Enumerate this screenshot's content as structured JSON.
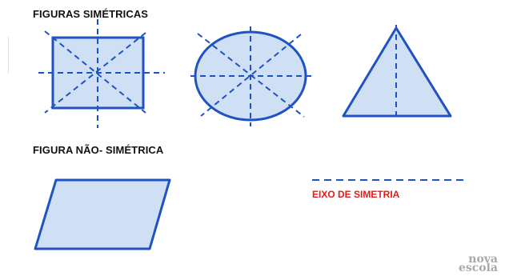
{
  "headings": {
    "symmetric": "FIGURAS SIMÉTRICAS",
    "non_symmetric": "FIGURA NÃO- SIMÉTRICA"
  },
  "legend": {
    "axis_label": "EIXO DE SIMETRIA"
  },
  "brand": {
    "line1": "nova",
    "line2": "escola"
  },
  "colors": {
    "stroke": "#1f52c2",
    "fill": "#cfe0f5",
    "legend_text": "#e31b1b",
    "heading_text": "#111111",
    "brand_text": "#a9a9a9"
  },
  "figures": [
    {
      "shape": "rectangle",
      "symmetric": true
    },
    {
      "shape": "ellipse",
      "symmetric": true
    },
    {
      "shape": "triangle",
      "symmetric": true
    },
    {
      "shape": "parallelogram",
      "symmetric": false
    }
  ]
}
